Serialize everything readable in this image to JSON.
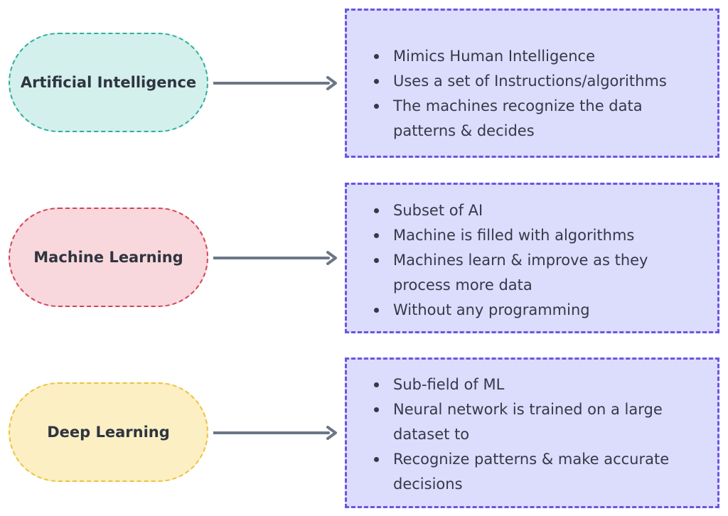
{
  "rows": [
    {
      "label": "Artificial Intelligence",
      "fill": "#d3f0ec",
      "border": "#2fae9a",
      "items": [
        "Mimics Human Intelligence",
        "Uses a set of Instructions/algorithms",
        "The machines recognize the data patterns & decides"
      ]
    },
    {
      "label": "Machine Learning",
      "fill": "#f8d8dc",
      "border": "#d1435a",
      "items": [
        "Subset of AI",
        "Machine is filled with algorithms",
        "Machines learn & improve as they process more data",
        "Without any programming"
      ]
    },
    {
      "label": "Deep Learning",
      "fill": "#fcefc4",
      "border": "#ebc33a",
      "items": [
        "Sub-field of ML",
        "Neural network is trained on a large dataset to",
        "Recognize patterns & make accurate decisions"
      ]
    }
  ],
  "colors": {
    "box_fill": "#dcdcfc",
    "box_border": "#6a55e0",
    "arrow": "#6b7785",
    "text": "#2f3540"
  }
}
